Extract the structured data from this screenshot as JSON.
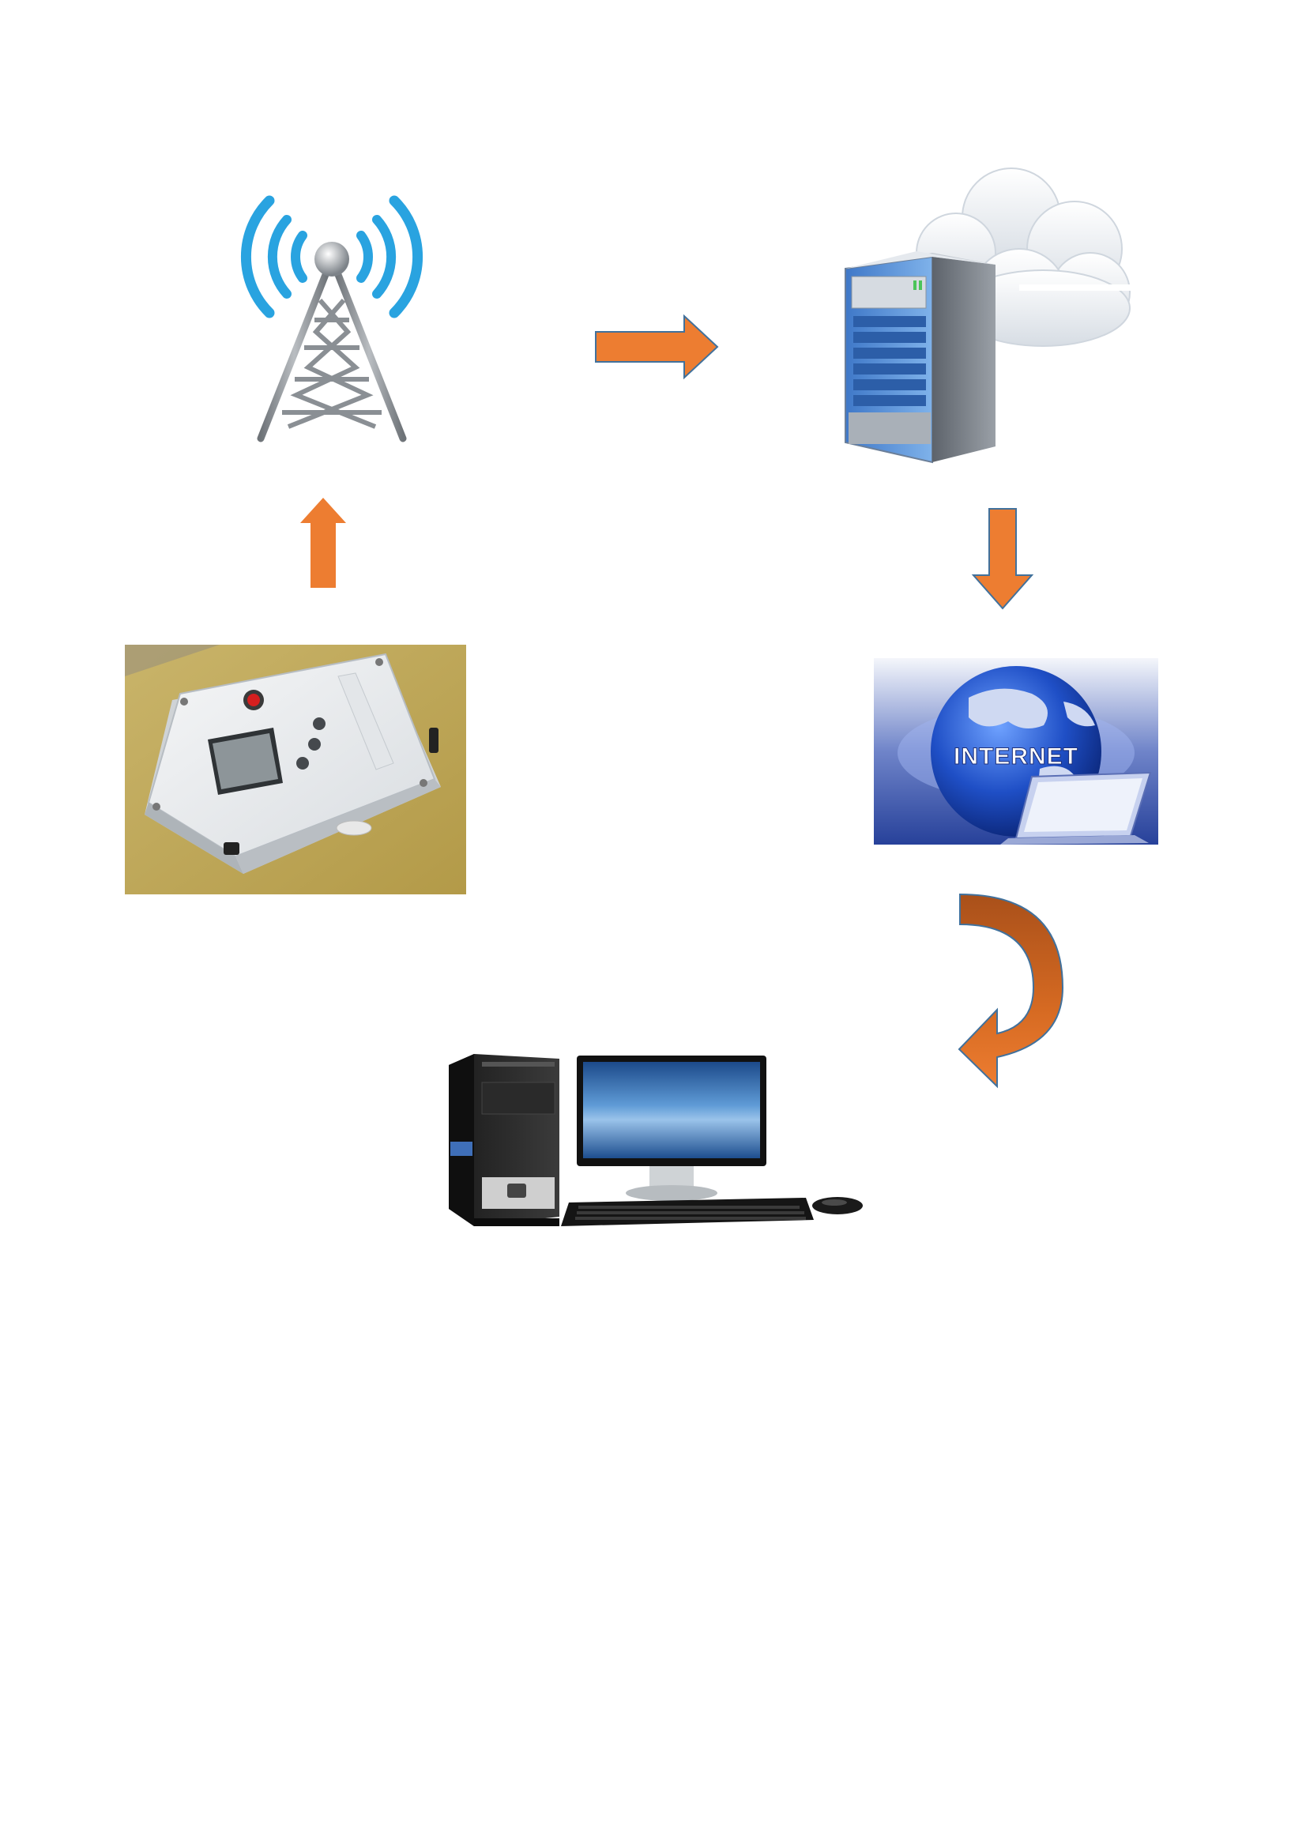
{
  "diagram": {
    "nodes": [
      {
        "id": "tower",
        "icon": "radio-tower-icon"
      },
      {
        "id": "server",
        "icon": "cloud-server-icon"
      },
      {
        "id": "device",
        "icon": "data-logger-device-icon"
      },
      {
        "id": "internet",
        "icon": "internet-globe-icon",
        "label": "INTERNET"
      },
      {
        "id": "computer",
        "icon": "desktop-computer-icon"
      }
    ],
    "edges": [
      {
        "from": "device",
        "to": "tower"
      },
      {
        "from": "tower",
        "to": "server"
      },
      {
        "from": "server",
        "to": "internet"
      },
      {
        "from": "internet",
        "to": "computer"
      }
    ],
    "colors": {
      "arrow_fill": "#ed7d31",
      "arrow_stroke": "#41719c",
      "curved_arrow_fill": "#c55a11",
      "signal_blue": "#29a3e0",
      "tower_gray": "#8a8f94"
    }
  }
}
